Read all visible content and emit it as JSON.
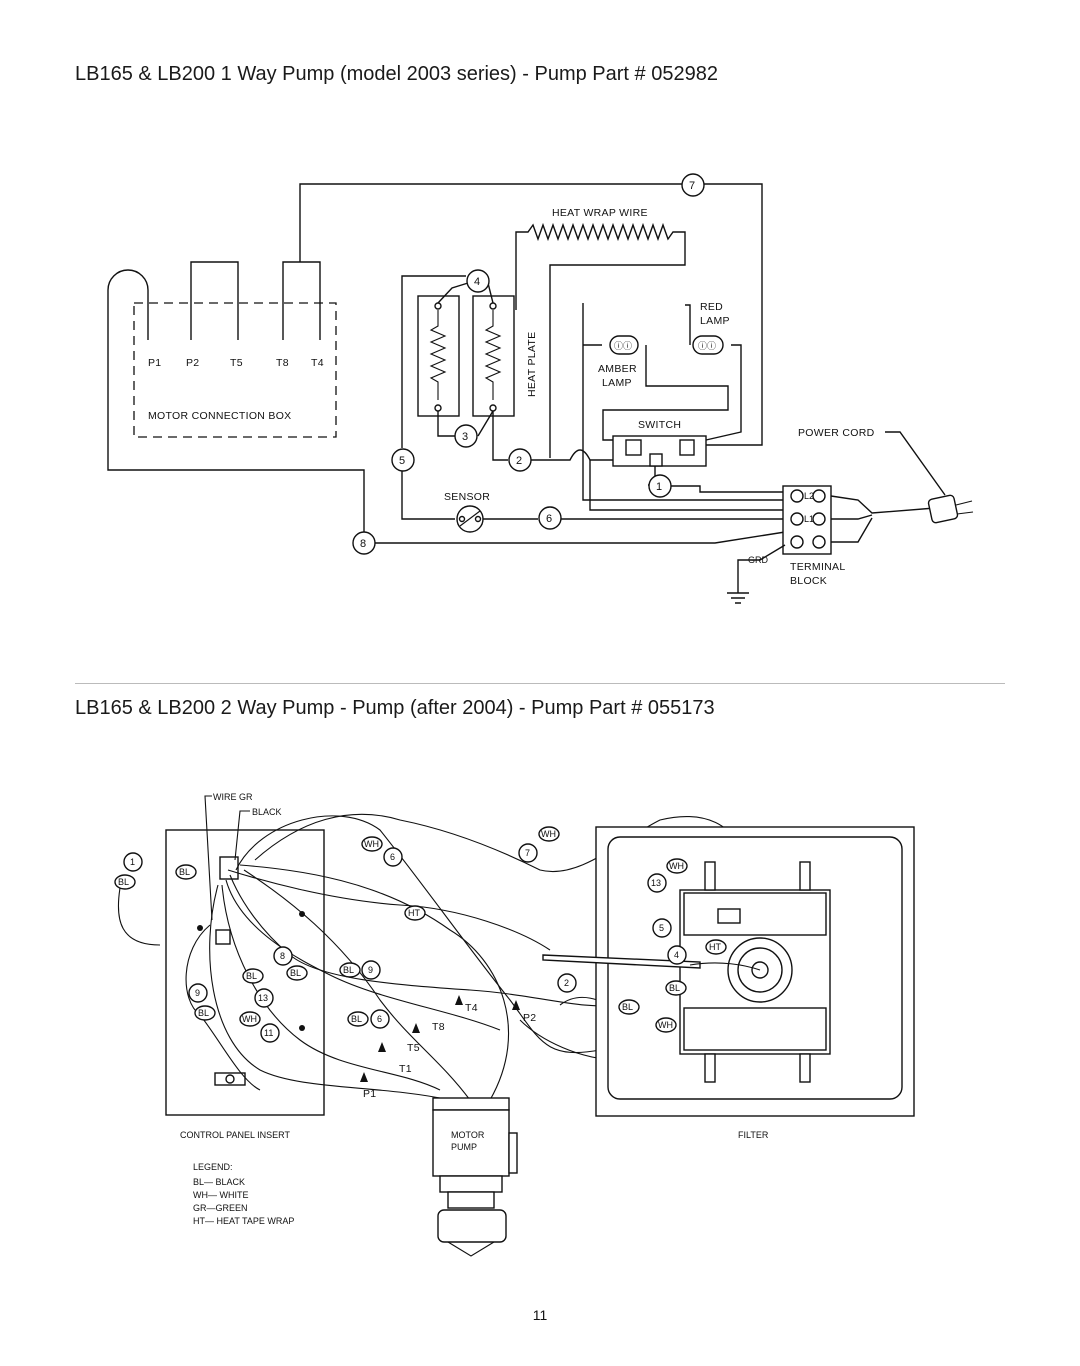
{
  "diagram1": {
    "title": "LB165 & LB200 1 Way Pump (model 2003 series) - Pump Part # 052982",
    "labels": {
      "heat_wrap_wire": "HEAT WRAP WIRE",
      "heat_plate": "HEAT PLATE",
      "red_lamp_1": "RED",
      "red_lamp_2": "LAMP",
      "amber_lamp_1": "AMBER",
      "amber_lamp_2": "LAMP",
      "switch": "SWITCH",
      "power_cord": "POWER CORD",
      "sensor": "SENSOR",
      "terminal_block_1": "TERMINAL",
      "terminal_block_2": "BLOCK",
      "grd": "GRD",
      "l1": "L1",
      "l2": "L2",
      "motor_connection_box": "MOTOR CONNECTION BOX",
      "p1": "P1",
      "p2": "P2",
      "t5": "T5",
      "t8": "T8",
      "t4": "T4"
    },
    "callouts": [
      "1",
      "2",
      "3",
      "4",
      "5",
      "6",
      "7",
      "8"
    ]
  },
  "diagram2": {
    "title": "LB165 & LB200 2 Way Pump - Pump (after 2004) - Pump Part # 055173",
    "labels": {
      "wire_gr": "WIRE GR",
      "black": "BLACK",
      "control_panel_insert": "CONTROL PANEL INSERT",
      "motor_1": "MOTOR",
      "motor_2": "PUMP",
      "filter": "FILTER",
      "t4": "T4",
      "p2": "P2",
      "t8": "T8",
      "t5": "T5",
      "t1": "T1",
      "p1": "P1"
    },
    "tags": {
      "bl": "BL",
      "wh": "WH",
      "ht": "HT"
    },
    "callouts": [
      "1",
      "2",
      "4",
      "5",
      "6",
      "7",
      "8",
      "9",
      "11",
      "13"
    ],
    "legend": {
      "title": "LEGEND:",
      "items": [
        "BL— BLACK",
        "WH— WHITE",
        "GR—GREEN",
        "HT— HEAT TAPE WRAP"
      ]
    }
  },
  "page_number": "11"
}
